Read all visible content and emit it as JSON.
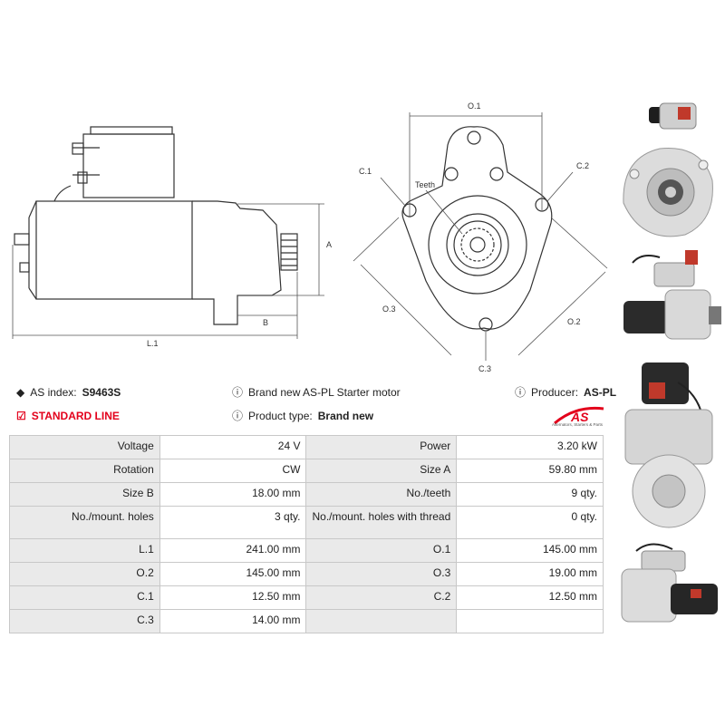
{
  "dimension_labels": {
    "A": "A",
    "B": "B",
    "L1": "L.1",
    "O1": "O.1",
    "O2": "O.2",
    "O3": "O.3",
    "C1": "C.1",
    "C2": "C.2",
    "C3": "C.3",
    "teeth": "Teeth"
  },
  "info": {
    "as_index_label": "AS index:",
    "as_index_value": "S9463S",
    "standard_line": "STANDARD LINE",
    "description": "Brand new AS-PL Starter motor",
    "producer_label": "Producer:",
    "producer_value": "AS-PL",
    "product_type_label": "Product type:",
    "product_type_value": "Brand new"
  },
  "logo": {
    "text": "AS",
    "tagline": "Alternators, Starters & Parts",
    "color": "#e3001b"
  },
  "specs": [
    {
      "l1": "Voltage",
      "v1": "24 V",
      "l2": "Power",
      "v2": "3.20 kW"
    },
    {
      "l1": "Rotation",
      "v1": "CW",
      "l2": "Size A",
      "v2": "59.80 mm"
    },
    {
      "l1": "Size B",
      "v1": "18.00 mm",
      "l2": "No./teeth",
      "v2": "9 qty."
    },
    {
      "l1": "No./mount. holes",
      "v1": "3 qty.",
      "l2": "No./mount. holes with thread",
      "v2": "0 qty."
    },
    {
      "l1": "L.1",
      "v1": "241.00 mm",
      "l2": "O.1",
      "v2": "145.00 mm"
    },
    {
      "l1": "O.2",
      "v1": "145.00 mm",
      "l2": "O.3",
      "v2": "19.00 mm"
    },
    {
      "l1": "C.1",
      "v1": "12.50 mm",
      "l2": "C.2",
      "v2": "12.50 mm"
    },
    {
      "l1": "C.3",
      "v1": "14.00 mm",
      "l2": "",
      "v2": ""
    }
  ]
}
